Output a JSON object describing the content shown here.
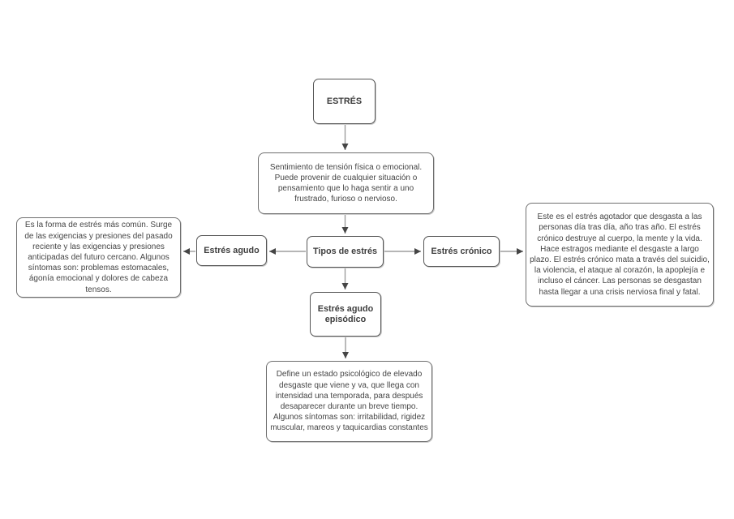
{
  "diagram": {
    "nodes": {
      "estres": {
        "label": "ESTRÉS"
      },
      "tipos": {
        "label": "Tipos de estrés"
      },
      "agudo": {
        "label": "Estrés agudo"
      },
      "cronico": {
        "label": "Estrés crónico"
      },
      "episodico": {
        "label": "Estrés agudo episódico"
      }
    },
    "descriptions": {
      "definicion": "Sentimiento de tensión física o emocional. Puede provenir de cualquier situación o pensamiento que lo haga sentir a uno frustrado, furioso o nervioso.",
      "agudo": "Es la forma de estrés más común. Surge de las exigencias y presiones del pasado reciente y las exigencias y presiones anticipadas del futuro cercano. Algunos síntomas son: problemas estomacales, ágonía emocional y dolores de cabeza tensos.",
      "cronico": "Este es el estrés agotador que desgasta a las personas día tras día, año tras año. El estrés crónico destruye al cuerpo, la mente y la vida. Hace estragos mediante el desgaste a largo plazo. El estrés crónico mata a través del suicidio, la violencia, el ataque al corazón, la apoplejía e incluso el cáncer. Las personas se desgastan hasta llegar a una crisis nerviosa final y fatal.",
      "episodico": "Define un estado psicológico de elevado desgaste que viene y va, que llega con intensidad una temporada, para después desaparecer durante un breve tiempo. Algunos síntomas son: irritabilidad, rigidez muscular, mareos y taquicardias constantes"
    },
    "colors": {
      "node_border": "#565656",
      "desc_border": "#6f6f6f",
      "connector_line": "#9d9d9d",
      "arrowhead": "#454545",
      "text": "#454545",
      "background": "#ffffff"
    }
  }
}
